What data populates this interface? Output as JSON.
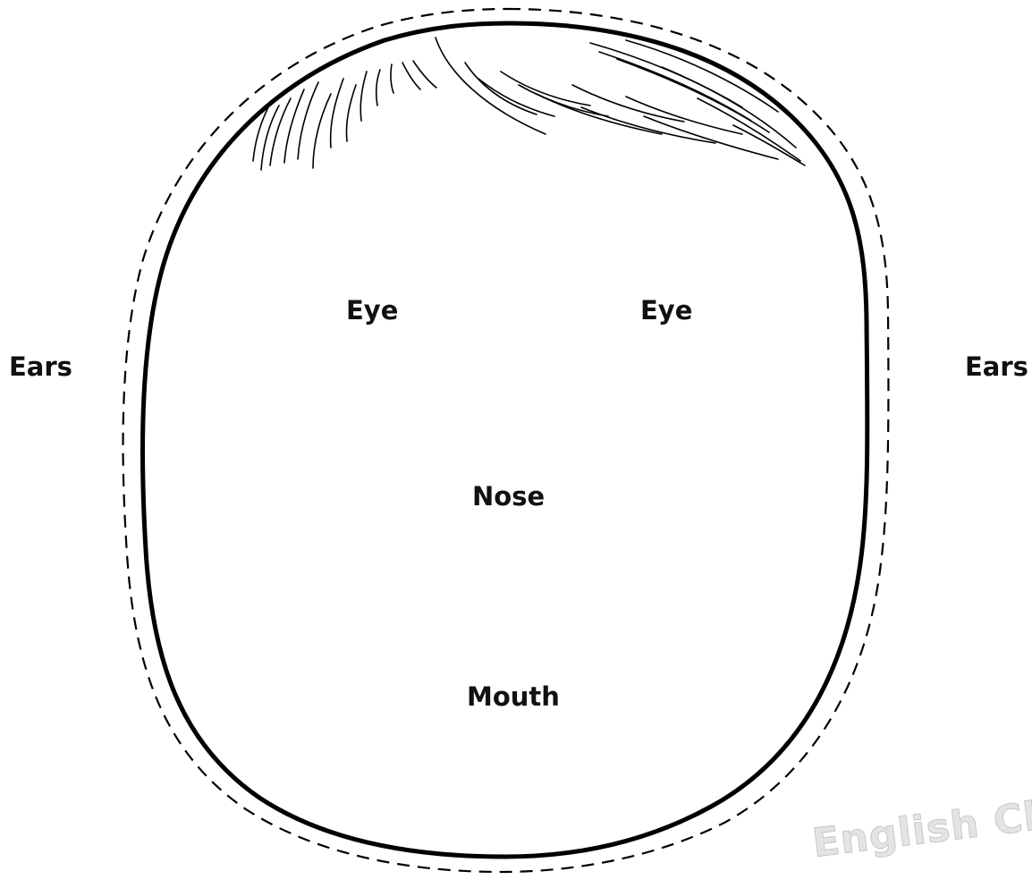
{
  "labels": {
    "ear_left": "Ears",
    "eye_left": "Eye",
    "eye_right": "Eye",
    "ear_right": "Ears",
    "nose": "Nose",
    "mouth": "Mouth"
  },
  "watermark": "English Cla",
  "colors": {
    "outline": "#000000",
    "text": "#111111",
    "background": "#ffffff"
  }
}
